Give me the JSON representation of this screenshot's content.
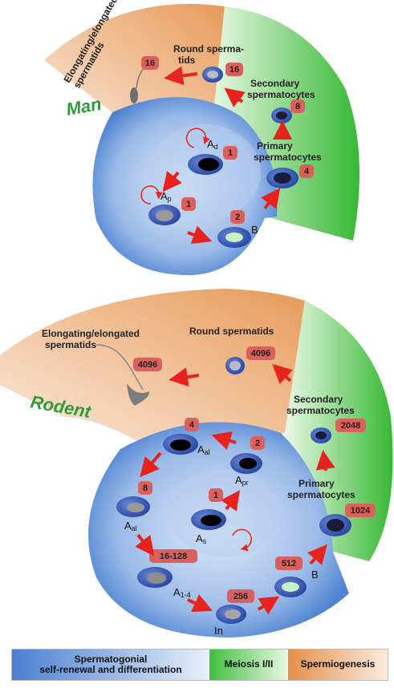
{
  "colors": {
    "blue": "#5b8ed6",
    "green": "#3dbf3a",
    "orange": "#e9a566",
    "badge": "#d9605c",
    "arrow": "#e8231e",
    "species": "#2d9b3a"
  },
  "man": {
    "title": "Man",
    "labels": {
      "elongating": [
        "Elongating/elongated",
        "spermatids"
      ],
      "round": [
        "Round sperma-",
        "tids"
      ],
      "secondary": [
        "Secondary",
        "spermatocytes"
      ],
      "primary": [
        "Primary",
        "spermatocytes"
      ],
      "ad": "A",
      "ad_sub": "d",
      "ap": "A",
      "ap_sub": "p",
      "b": "B"
    },
    "counts": {
      "elong": "16",
      "round": "16",
      "secondary": "8",
      "primary": "4",
      "ad": "1",
      "ap": "1",
      "b": "2"
    }
  },
  "rodent": {
    "title": "Rodent",
    "labels": {
      "elongating": [
        "Elongating/elongated",
        "spermatids"
      ],
      "round": "Round spermatids",
      "secondary": [
        "Secondary",
        "spermatocytes"
      ],
      "primary": [
        "Primary",
        "spermatocytes"
      ],
      "aal1": "A",
      "aal1_sub": "al",
      "apr": "A",
      "apr_sub": "pr",
      "aal2": "A",
      "aal2_sub": "al",
      "as": "A",
      "as_sub": "s",
      "a14": "A",
      "a14_sub": "1-4",
      "in": "In",
      "b": "B"
    },
    "counts": {
      "elong": "4096",
      "round": "4096",
      "secondary": "2048",
      "primary": "1024",
      "aal4": "4",
      "apr": "2",
      "as": "1",
      "aal8": "8",
      "a16": "16-128",
      "in": "256",
      "b": "512"
    }
  },
  "legend": {
    "spermatogonial": [
      "Spermatogonial",
      "self-renewal and differentiation"
    ],
    "meiosis": "Meiosis I/II",
    "spermiogenesis": "Spermiogenesis"
  }
}
